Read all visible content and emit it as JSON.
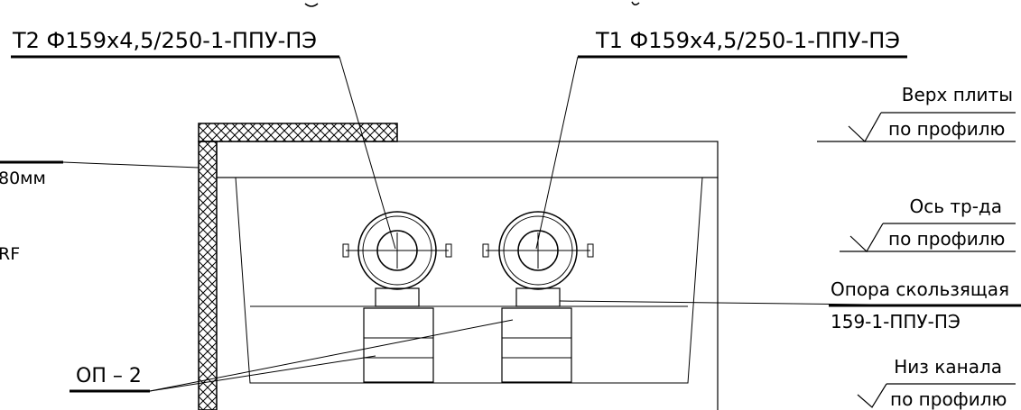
{
  "labels": {
    "t2_pipe": "Т2 Ф159х4,5/250-1-ППУ-ПЭ",
    "t1_pipe": "Т1 Ф159х4,5/250-1-ППУ-ПЭ",
    "left_partial_1": "80мм",
    "left_partial_2": "RF",
    "support_left": "ОП – 2",
    "level_top_title": "Верх плиты",
    "level_top_sub": "по профилю",
    "level_axis_title": "Ось тр-да",
    "level_axis_sub": "по профилю",
    "sliding_support_title": "Опора скользящая",
    "sliding_support_sub": "159-1-ППУ-ПЭ",
    "level_bottom_title": "Низ канала",
    "level_bottom_sub": "по профилю"
  }
}
